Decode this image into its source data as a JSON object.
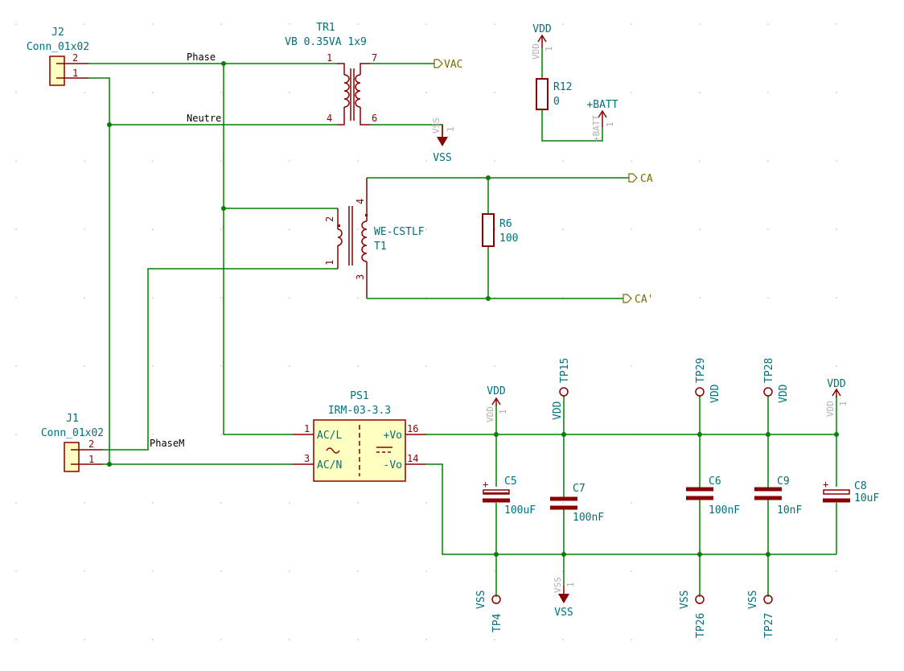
{
  "components": {
    "J2": {
      "ref": "J2",
      "value": "Conn_01x02",
      "pin1": "1",
      "pin2": "2"
    },
    "J1": {
      "ref": "J1",
      "value": "Conn_01x02",
      "pin1": "1",
      "pin2": "2"
    },
    "TR1": {
      "ref": "TR1",
      "value": "VB 0.35VA 1x9",
      "pin1": "1",
      "pin4": "4",
      "pin6": "6",
      "pin7": "7"
    },
    "T1": {
      "ref": "T1",
      "value": "WE-CSTLF",
      "pin1": "1",
      "pin2": "2",
      "pin3": "3",
      "pin4": "4"
    },
    "R6": {
      "ref": "R6",
      "value": "100"
    },
    "R12": {
      "ref": "R12",
      "value": "0"
    },
    "PS1": {
      "ref": "PS1",
      "value": "IRM-03-3.3",
      "pin1": "1",
      "pin3": "3",
      "pin14": "14",
      "pin16": "16",
      "acl": "AC/L",
      "acn": "AC/N",
      "vop": "+Vo",
      "von": "-Vo"
    },
    "C5": {
      "ref": "C5",
      "value": "100uF"
    },
    "C7": {
      "ref": "C7",
      "value": "100nF"
    },
    "C6": {
      "ref": "C6",
      "value": "100nF"
    },
    "C9": {
      "ref": "C9",
      "value": "10nF"
    },
    "C8": {
      "ref": "C8",
      "value": "10uF"
    },
    "TP15": {
      "ref": "TP15",
      "net": "VDD"
    },
    "TP29": {
      "ref": "TP29",
      "net": "VDD"
    },
    "TP28": {
      "ref": "TP28",
      "net": "VDD"
    },
    "TP4": {
      "ref": "TP4",
      "net": "VSS"
    },
    "TP26": {
      "ref": "TP26",
      "net": "VSS"
    },
    "TP27": {
      "ref": "TP27",
      "net": "VSS"
    }
  },
  "net_labels": {
    "phase": "Phase",
    "neutre": "Neutre",
    "phasem": "PhaseM"
  },
  "global_labels": {
    "vac": "VAC",
    "ca": "CA",
    "ca_prime": "CA'"
  },
  "power": {
    "vdd": "VDD",
    "vss": "VSS",
    "batt": "+BATT",
    "hint_vdd": "VDD",
    "hint_vss": "VSS",
    "hint_batt": "+BATT",
    "hint_pin": "1"
  },
  "colors": {
    "wire": "#008000",
    "component": "#8b0000",
    "reference": "#00707a",
    "global_label": "#7a6a00",
    "body_fill": "#ffffc2"
  }
}
